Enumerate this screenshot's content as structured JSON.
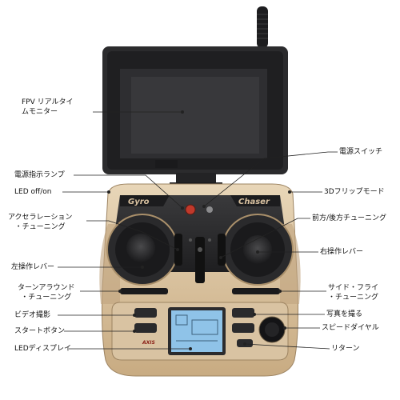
{
  "labels": {
    "fpv_monitor_line1": "FPV リアルタイ",
    "fpv_monitor_line2": "ムモニター",
    "power_switch": "電源スイッチ",
    "power_indicator": "電源指示ランプ",
    "led_on_off": "LED off/on",
    "flip_mode": "3Dフリップモード",
    "accel_trim_line1": "アクセラレーション",
    "accel_trim_line2": "・チューニング",
    "forward_back_trim": "前方/後方チューニング",
    "left_stick": "左操作レバー",
    "right_stick": "右操作レバー",
    "turnaround_trim_line1": "ターンアラウンド",
    "turnaround_trim_line2": "・チューニング",
    "side_fly_trim_line1": "サイド・フライ",
    "side_fly_trim_line2": "・チューニング",
    "video_record": "ビデオ撮影",
    "take_photo": "写真を撮る",
    "start_button": "スタートボタン",
    "speed_dial": "スピードダイヤル",
    "led_display": "LEDディスプレイ",
    "return_button": "リターン"
  },
  "device": {
    "brand_left": "Gyro",
    "brand_right": "Chaser",
    "panel_brand": "AXIS"
  },
  "colors": {
    "body_gold": "#d9c3a2",
    "body_dark": "#2c2c2e",
    "screen": "#2a2a2c",
    "lcd": "#8fc3e8",
    "accent_red": "#c0392b"
  }
}
